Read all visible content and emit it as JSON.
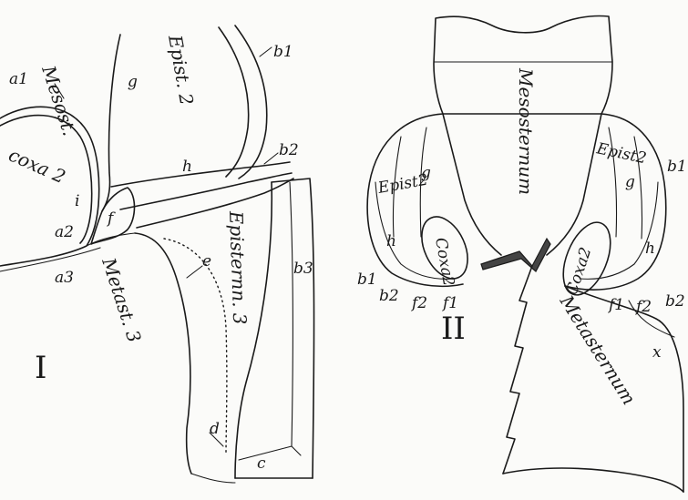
{
  "figure_I": {
    "panel_label": "I",
    "labels": {
      "a1": "a1",
      "mesost": "Mesost.",
      "g": "g",
      "epist2": "Epist. 2",
      "b1": "b1",
      "coxa2": "coxa 2",
      "i": "i",
      "h": "h",
      "b2": "b2",
      "f": "f",
      "a2": "a2",
      "a3": "a3",
      "metast3": "Metast. 3",
      "e": "e",
      "episterni3": "Episternn. 3",
      "b3": "b3",
      "d": "d",
      "c": "c"
    }
  },
  "figure_II": {
    "panel_label": "II",
    "labels": {
      "mesosternum": "Mesosternum",
      "epist2_left": "Epist2",
      "g_left": "g",
      "coxa2_left": "Coxa2",
      "h_left": "h",
      "b1_left": "b1",
      "b2_left": "b2",
      "f2_left": "f2",
      "f1_left": "f1",
      "epist2_right": "Epist2",
      "g_right": "g",
      "b1_right": "b1",
      "coxa2_right": "Coxa2",
      "h_right": "h",
      "f1_right": "f1",
      "f2_right": "f2",
      "b2_right": "b2",
      "x": "x",
      "metasternum": "Metasternum"
    }
  }
}
